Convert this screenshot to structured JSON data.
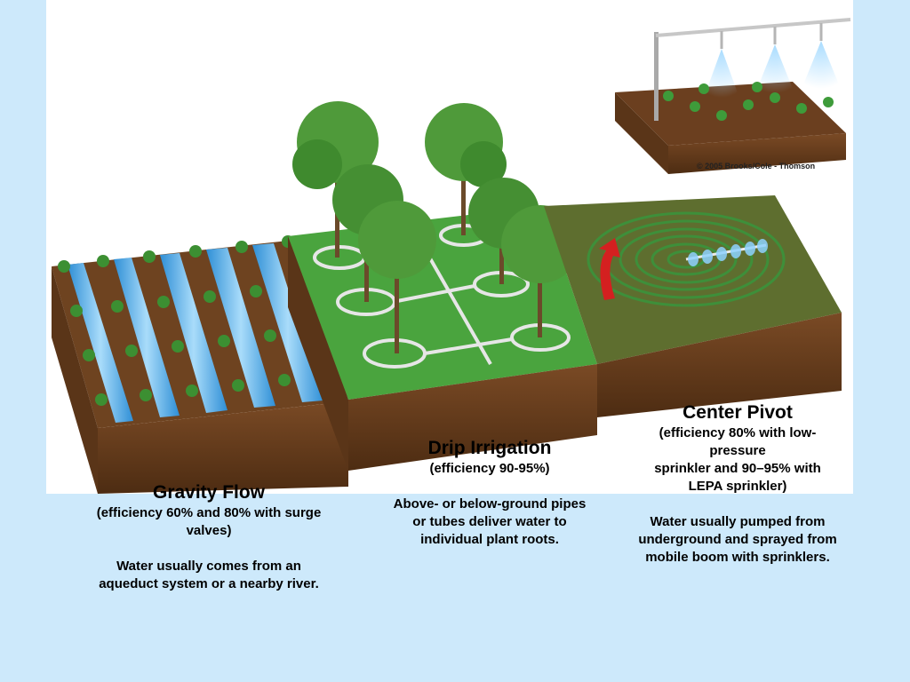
{
  "copyright": "© 2005 Brooks/Cole - Thomson",
  "captions": {
    "gravity": {
      "title": "Gravity Flow",
      "lines": [
        "(efficiency 60% and 80% with surge",
        "valves)"
      ],
      "desc": [
        "Water usually comes from an",
        "aqueduct system or a nearby river."
      ]
    },
    "drip": {
      "title": "Drip Irrigation",
      "lines": [
        "(efficiency 90-95%)"
      ],
      "desc": [
        "Above- or below-ground pipes",
        "or tubes deliver water to",
        "individual plant roots."
      ]
    },
    "pivot": {
      "title": "Center Pivot",
      "lines": [
        "(efficiency 80% with low-",
        "pressure",
        "sprinkler and 90–95% with",
        "LEPA sprinkler)"
      ],
      "desc": [
        "Water usually pumped from",
        "underground and sprayed from",
        "mobile boom with sprinklers."
      ]
    }
  },
  "colors": {
    "background": "#cde9fb",
    "soil": "#6b3f1f",
    "grass": "#3e9b3a",
    "water": "#4aa8e0",
    "arrow": "#d42020"
  }
}
